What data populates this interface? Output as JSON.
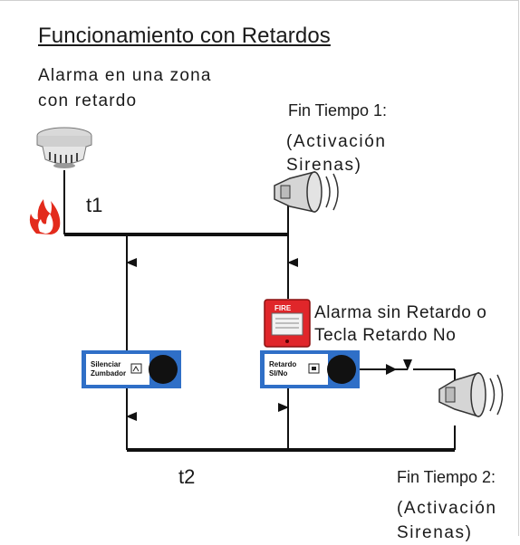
{
  "diagram": {
    "title": "Funcionamiento con Retardos",
    "delay_alarm": {
      "line1": "Alarma en una zona",
      "line2": "con retardo"
    },
    "end_time_1": "Fin Tiempo 1:",
    "activation_1": {
      "line1": "(Activación",
      "line2": "Sirenas)"
    },
    "t1_label": "t1",
    "no_delay_alarm": {
      "line1": "Alarma sin Retardo o",
      "line2": "Tecla Retardo No"
    },
    "t2_label": "t2",
    "end_time_2": "Fin Tiempo 2:",
    "activation_2": {
      "line1": "(Activación",
      "line2": "Sirenas)"
    },
    "silence_panel": {
      "line1": "Silenciar",
      "line2": "Zumbador"
    },
    "delay_panel": {
      "line1": "Retardo",
      "line2": "SI/No"
    },
    "call_point_label": "FIRE",
    "colors": {
      "panel_blue": "#2f6fc7",
      "call_point_red": "#e0262a",
      "flame_red": "#e32b1c"
    },
    "icons": [
      "smoke-detector-icon",
      "flame-icon",
      "siren-speaker-icon",
      "manual-call-point-icon",
      "button-panel-icon"
    ]
  }
}
